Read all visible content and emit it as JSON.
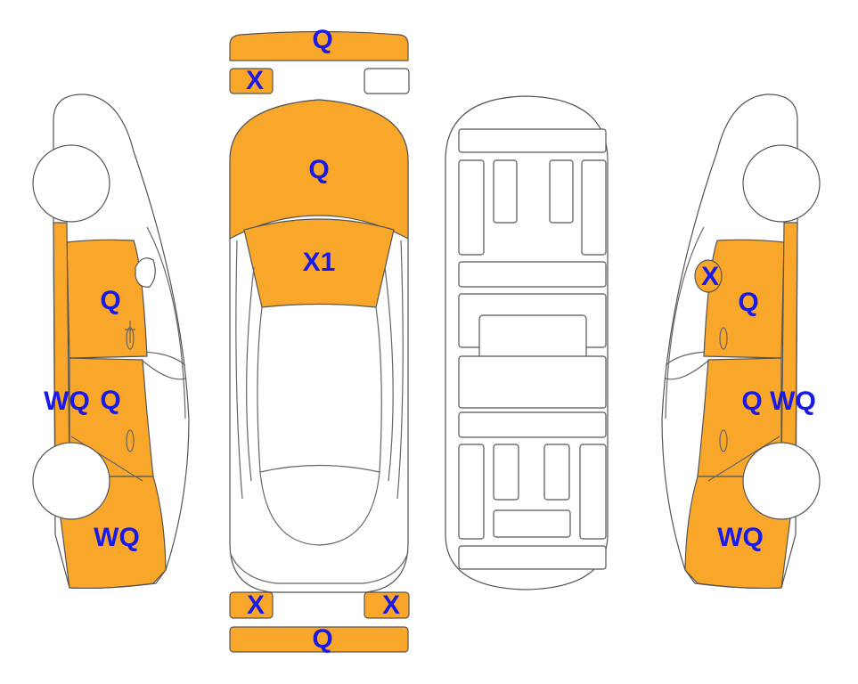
{
  "colors": {
    "damage_fill": "#F9A72B",
    "label_color": "#1a1ae6",
    "outline": "#555555"
  },
  "labels": {
    "front_bumper": "Q",
    "front_left_light": "X",
    "hood": "Q",
    "windshield": "X1",
    "rear_left_light": "X",
    "rear_right_light": "X",
    "rear_bumper": "Q",
    "left_front_door": "Q",
    "left_rear_door": "Q",
    "left_rear_door_side": "WQ",
    "left_rear_quarter": "WQ",
    "right_mirror": "X",
    "right_front_door": "Q",
    "right_rear_door": "Q",
    "right_rear_door_side": "WQ",
    "right_rear_quarter": "WQ"
  }
}
